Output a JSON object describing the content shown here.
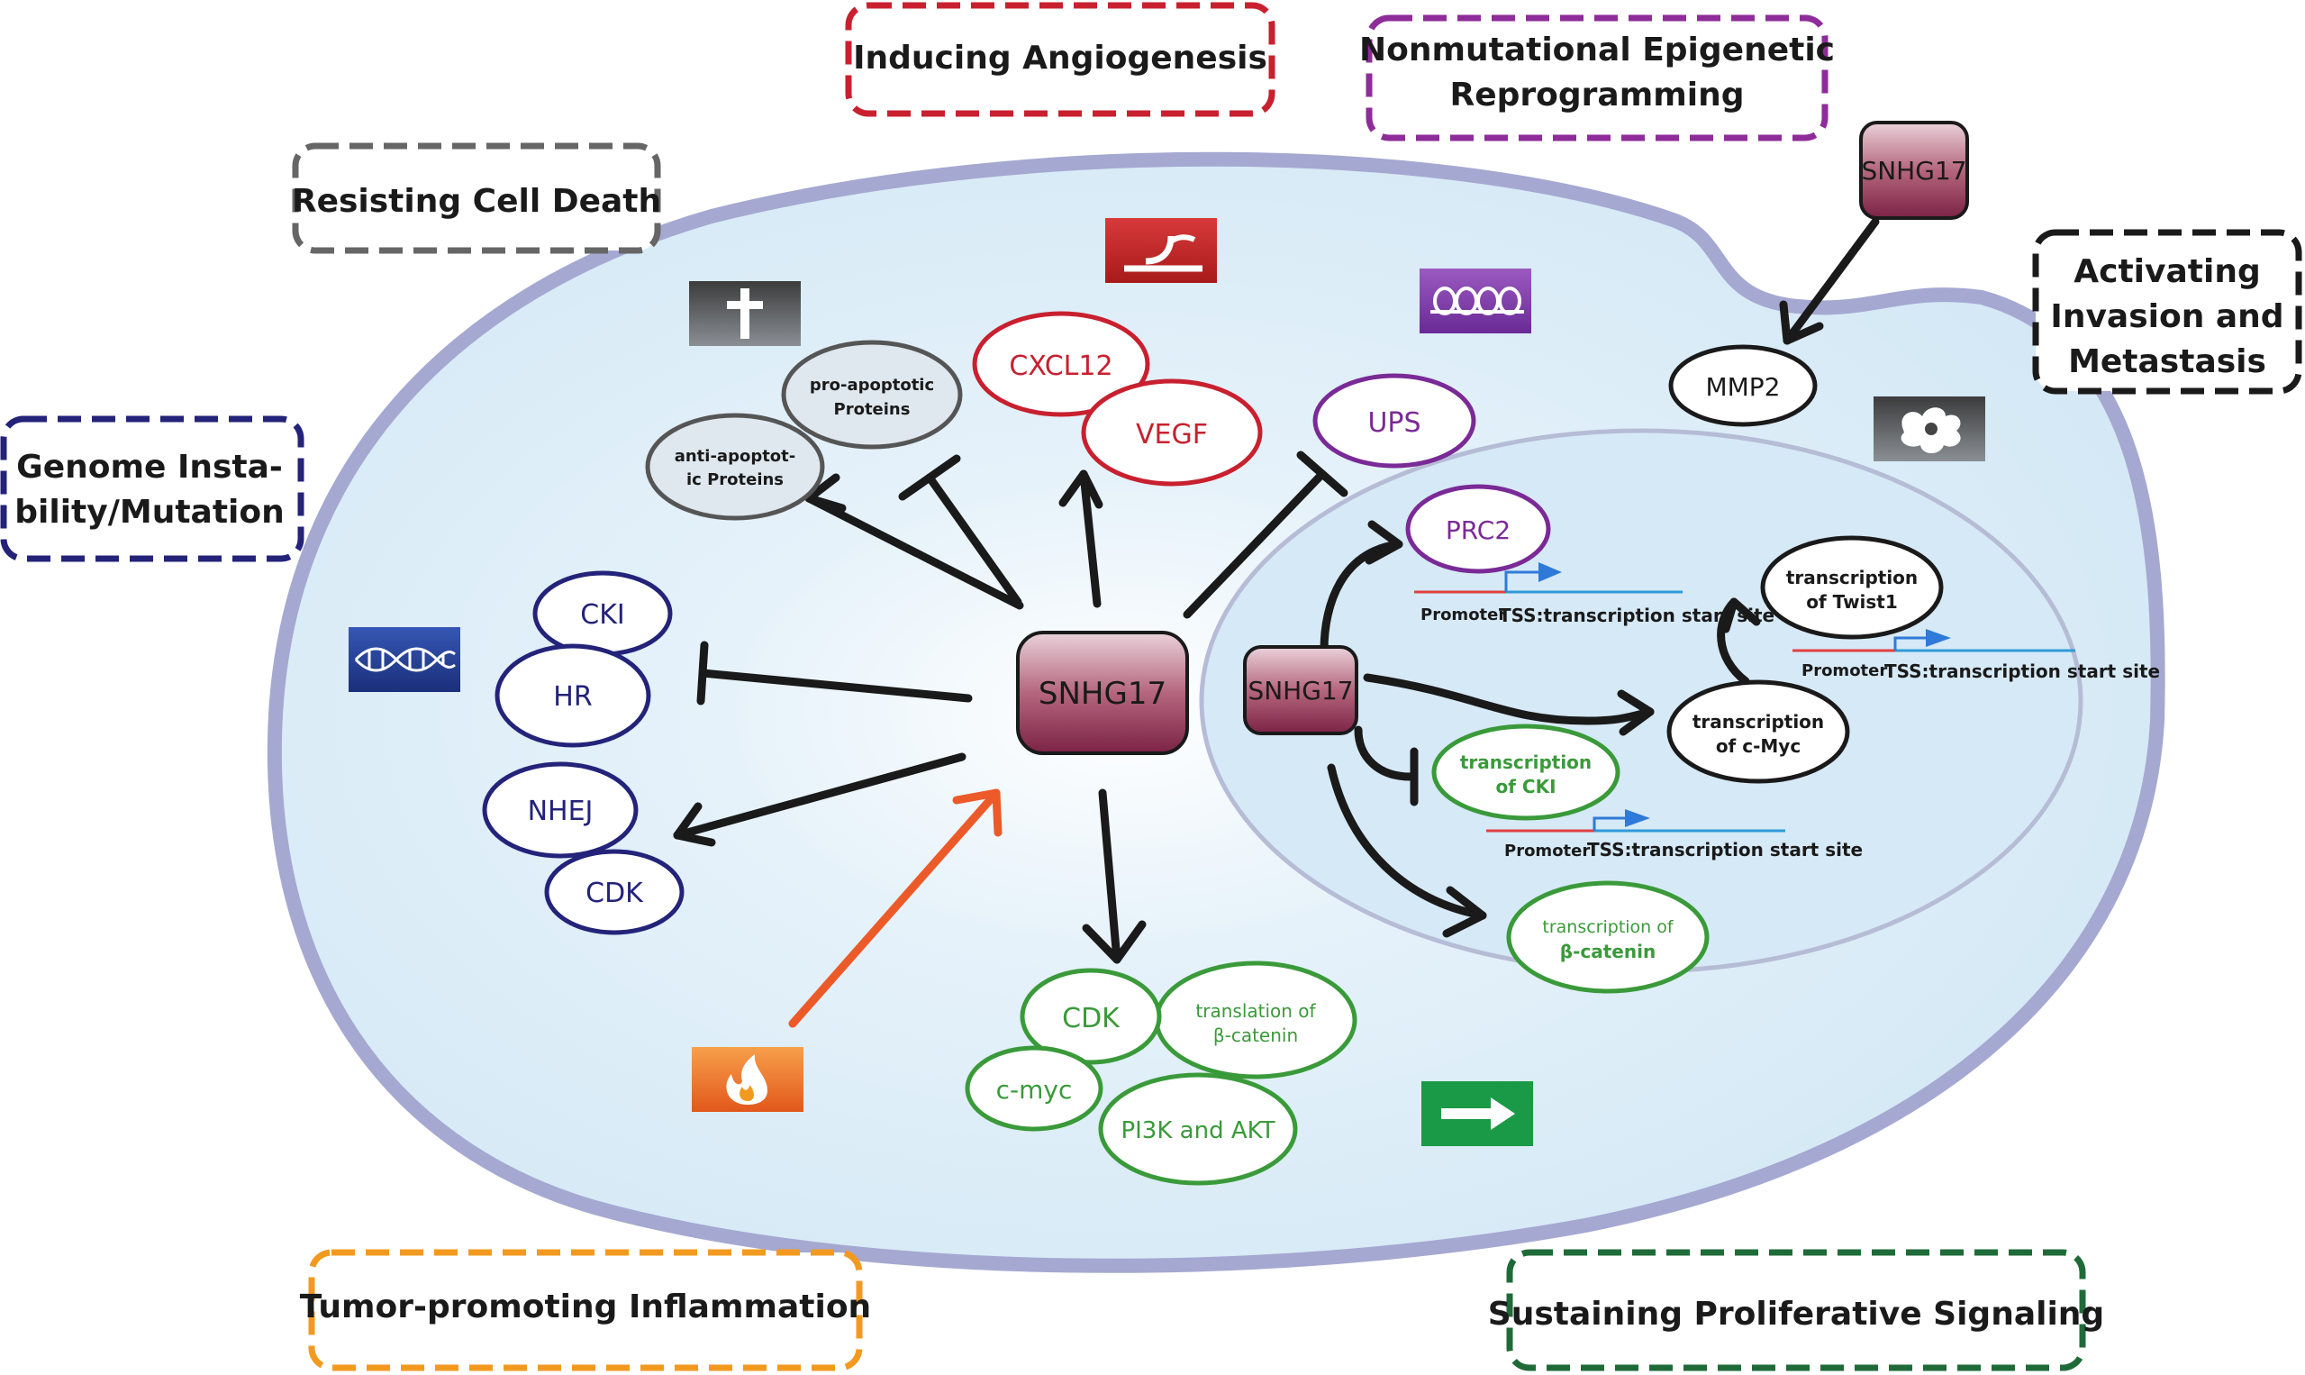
{
  "hallmarks": {
    "angiogenesis": "Inducing Angiogenesis",
    "epigenetic_line1": "Nonmutational Epigenetic",
    "epigenetic_line2": "Reprogramming",
    "cell_death": "Resisting Cell Death",
    "invasion_line1": "Activating",
    "invasion_line2": "Invasion and",
    "invasion_line3": "Metastasis",
    "genome_line1": "Genome Insta-",
    "genome_line2": "bility/Mutation",
    "inflammation": "Tumor-promoting Inflammation",
    "proliferative": "Sustaining Proliferative Signaling"
  },
  "colors": {
    "angiogenesis": "#c8202f",
    "epigenetic": "#8e2c99",
    "cell_death": "#666666",
    "invasion": "#1a1a1a",
    "genome": "#23237a",
    "inflammation": "#f29a1f",
    "proliferative": "#1f6b38",
    "green_text": "#3a9a3a",
    "cell_fill": "#d8ebf7",
    "membrane": "#a5a8d1"
  },
  "cell": {
    "center_label": "SNHG17",
    "cell_death": {
      "pro_line1": "pro-apoptotic",
      "pro_line2": "Proteins",
      "anti_line1": "anti-apoptot-",
      "anti_line2": "ic Proteins"
    },
    "angiogenesis": {
      "cxcl12": "CXCL12",
      "vegf": "VEGF"
    },
    "epigenetic": {
      "ups": "UPS"
    },
    "invasion": {
      "snhg17": "SNHG17",
      "mmp2": "MMP2"
    },
    "genome": {
      "cki": "CKI",
      "hr": "HR",
      "nhej": "NHEJ",
      "cdk": "CDK"
    },
    "proliferation": {
      "cdk": "CDK",
      "translation_line1": "translation of",
      "translation_line2": "β-catenin",
      "cmyc": "c-myc",
      "pi3k": "PI3K and AKT"
    }
  },
  "nucleus": {
    "snhg17": "SNHG17",
    "prc2": "PRC2",
    "twist_line1": "transcription",
    "twist_line2": "of Twist1",
    "cmyc_line1": "transcription",
    "cmyc_line2": "of c-Myc",
    "cki_line1": "transcription",
    "cki_line2": "of CKI",
    "bcat_line1": "transcription of",
    "bcat_line2": "β-catenin",
    "promoter": "Promoter",
    "tss": "TSS:transcription start site"
  },
  "icons": {
    "cell_death": "cross-icon",
    "angiogenesis": "vessel-branch-icon",
    "epigenetic": "histone-coil-icon",
    "invasion": "amoeboid-cell-icon",
    "genome": "dna-helix-icon",
    "inflammation": "flame-icon",
    "proliferation": "arrow-right-icon"
  }
}
